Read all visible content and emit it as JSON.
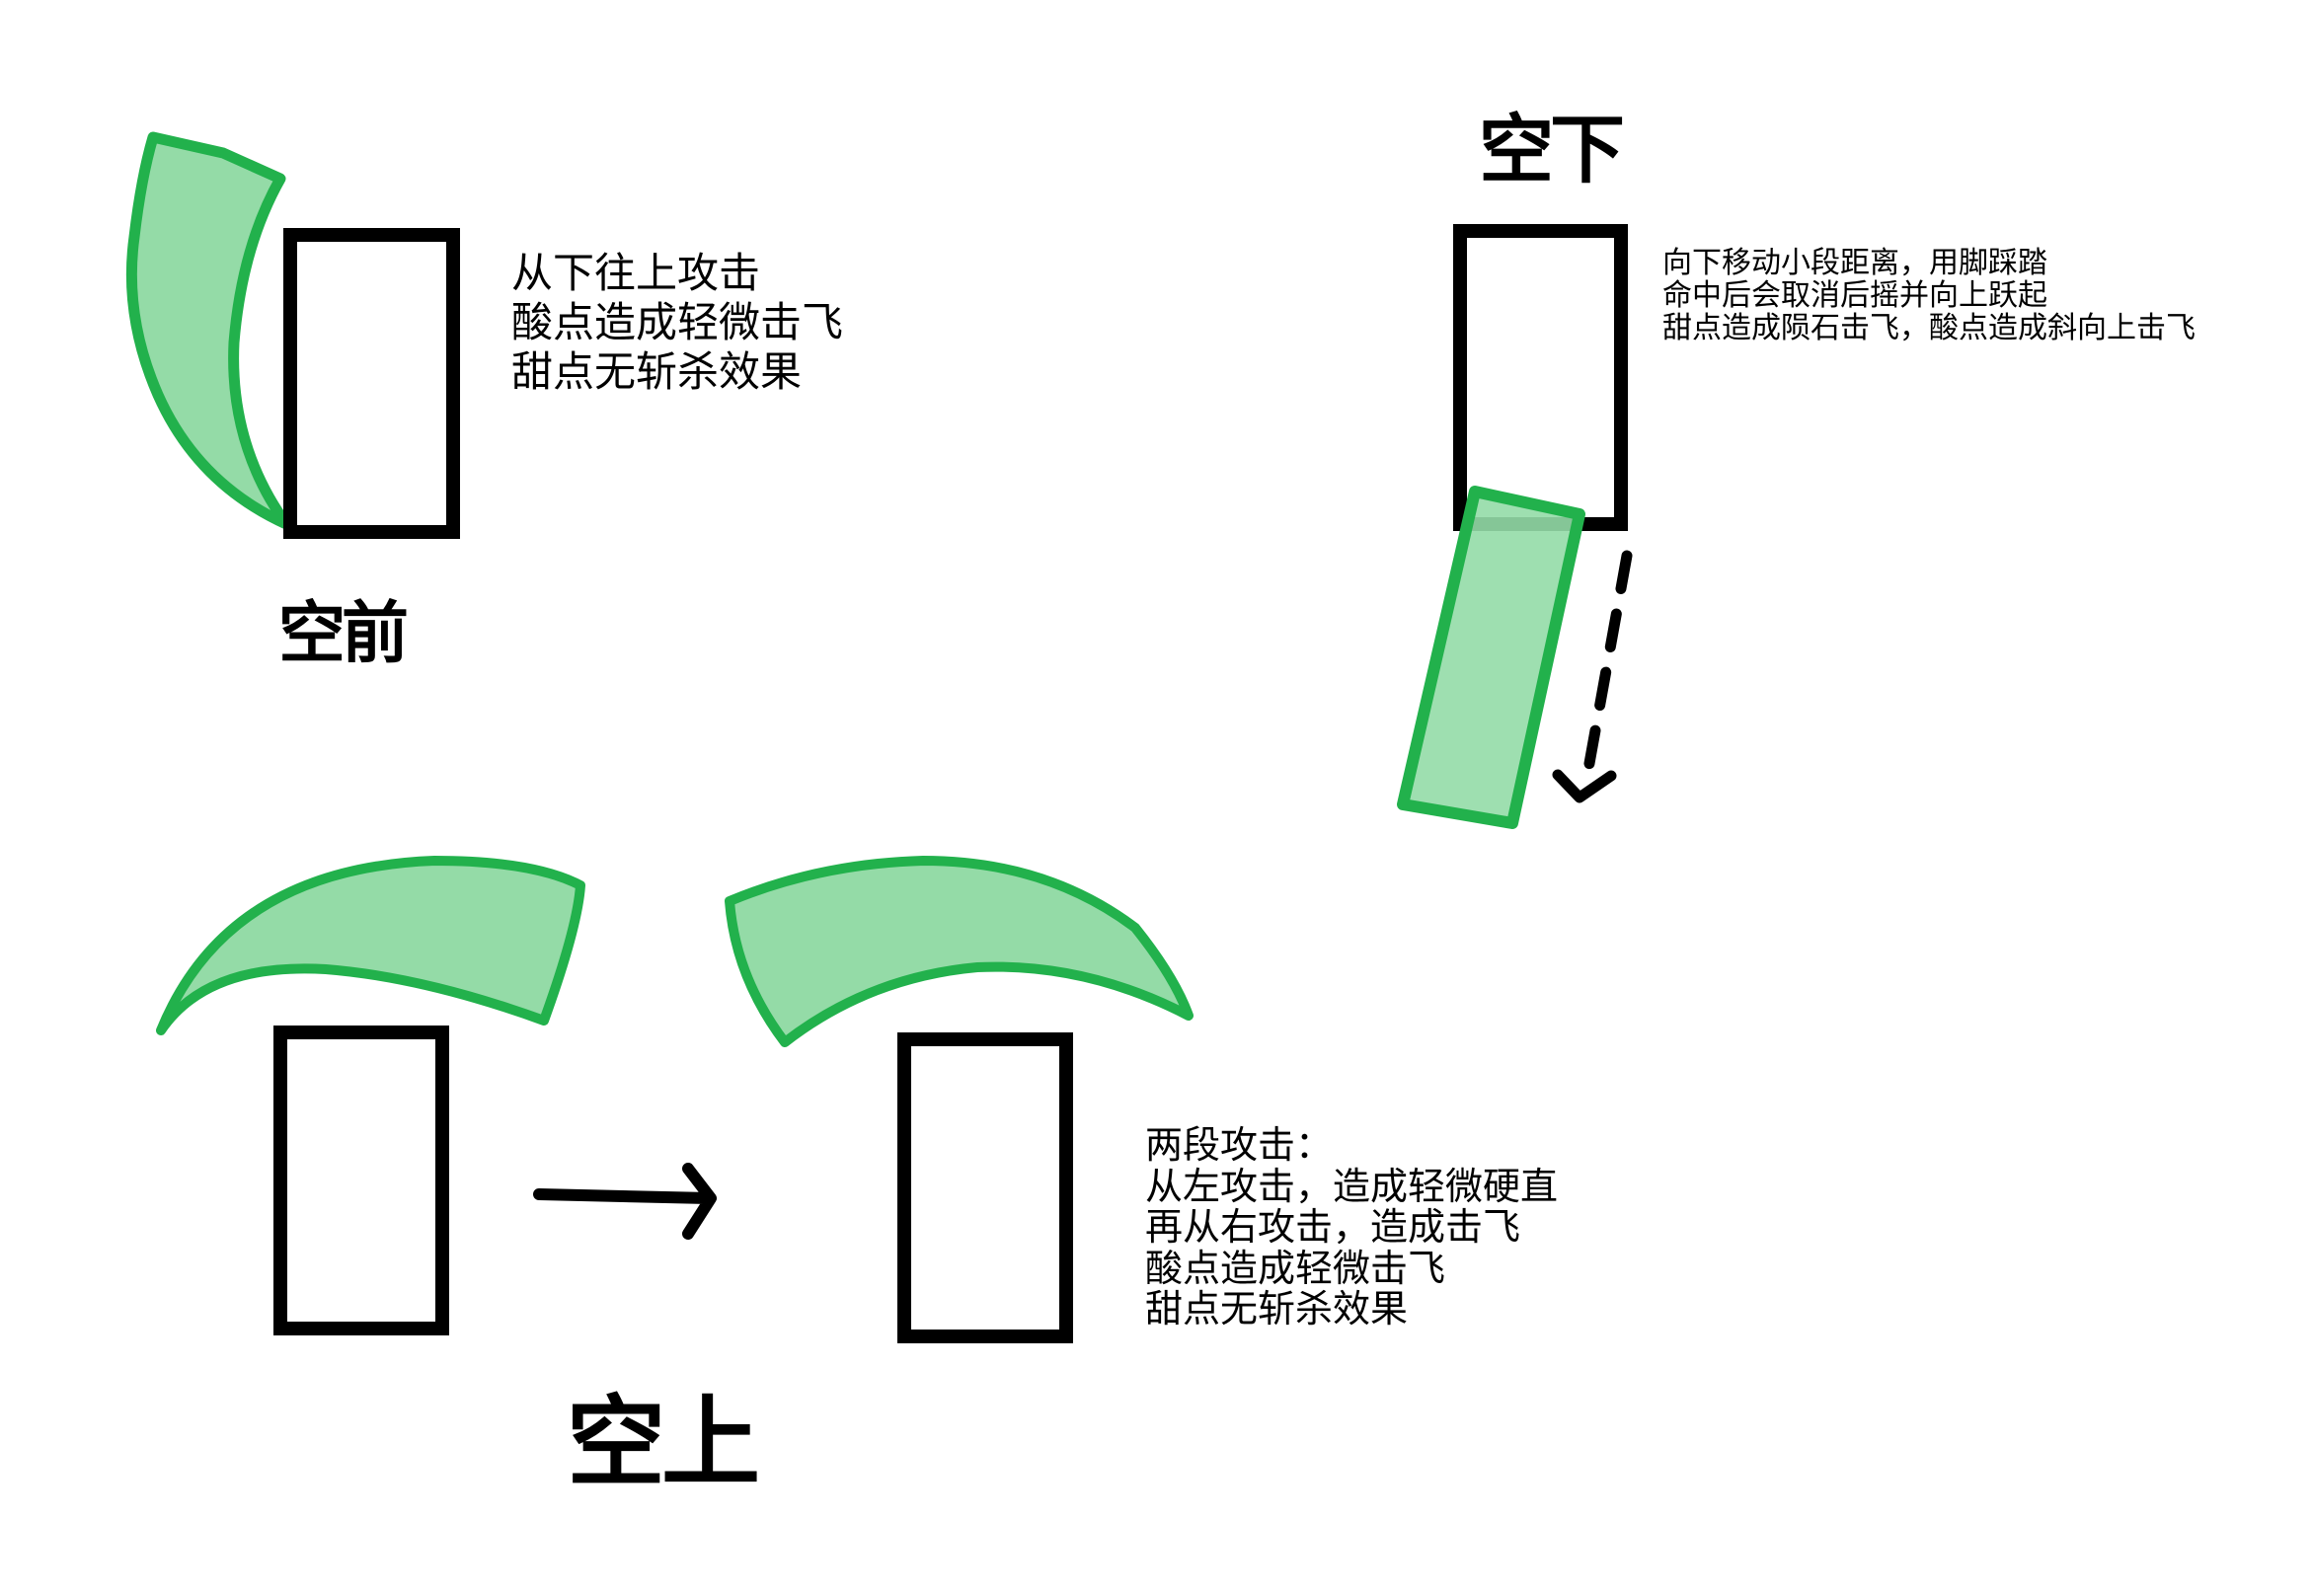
{
  "colors": {
    "blade_fill": "#94dba7",
    "blade_stroke": "#22b14c",
    "outline": "#000000"
  },
  "air_forward": {
    "label": "空前",
    "lines": [
      "从下往上攻击",
      "酸点造成轻微击飞",
      "甜点无斩杀效果"
    ]
  },
  "air_down": {
    "label": "空下",
    "lines": [
      "向下移动小段距离，用脚踩踏",
      "命中后会取消后摇并向上跃起",
      "甜点造成陨石击飞，酸点造成斜向上击飞"
    ]
  },
  "air_up": {
    "label": "空上",
    "lines": [
      "两段攻击：",
      "从左攻击，造成轻微硬直",
      "再从右攻击，造成击飞",
      "酸点造成轻微击飞",
      "甜点无斩杀效果"
    ]
  }
}
